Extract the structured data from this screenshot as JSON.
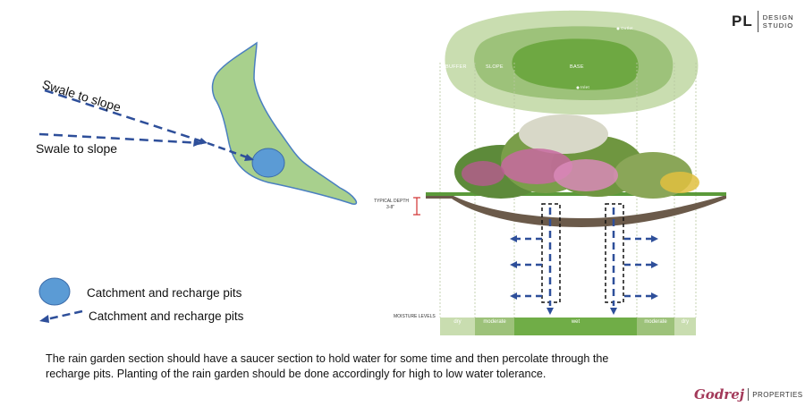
{
  "logo": {
    "mark": "PL",
    "line1": "DESIGN",
    "line2": "STUDIO"
  },
  "swale_labels": [
    "Swale to slope",
    "Swale to slope"
  ],
  "legend": {
    "pit_label": "Catchment and recharge pits",
    "arrow_label": "Catchment and recharge pits"
  },
  "plan_view": {
    "zones": [
      "BUFFER",
      "SLOPE",
      "BASE"
    ],
    "outlet": "Outlet",
    "inlet": "Inlet"
  },
  "section": {
    "depth_label_1": "TYPICAL DEPTH",
    "depth_label_2": "3-8\"",
    "moisture_title": "MOISTURE LEVELS",
    "moisture": [
      "dry",
      "moderate",
      "wet",
      "moderate",
      "dry"
    ]
  },
  "caption": {
    "line1": "The rain garden section should have a saucer section to hold  water for some time and then percolate through the",
    "line2": "recharge pits. Planting of the rain garden should be done accordingly for high to low water tolerance."
  },
  "brand": {
    "script": "Godrej",
    "name": "PROPERTIES"
  },
  "colors": {
    "accent_blue": "#2e4f9a",
    "pit_blue": "#5b9bd5",
    "land_green": "#a8d08d",
    "wet_green": "#70ad47"
  }
}
